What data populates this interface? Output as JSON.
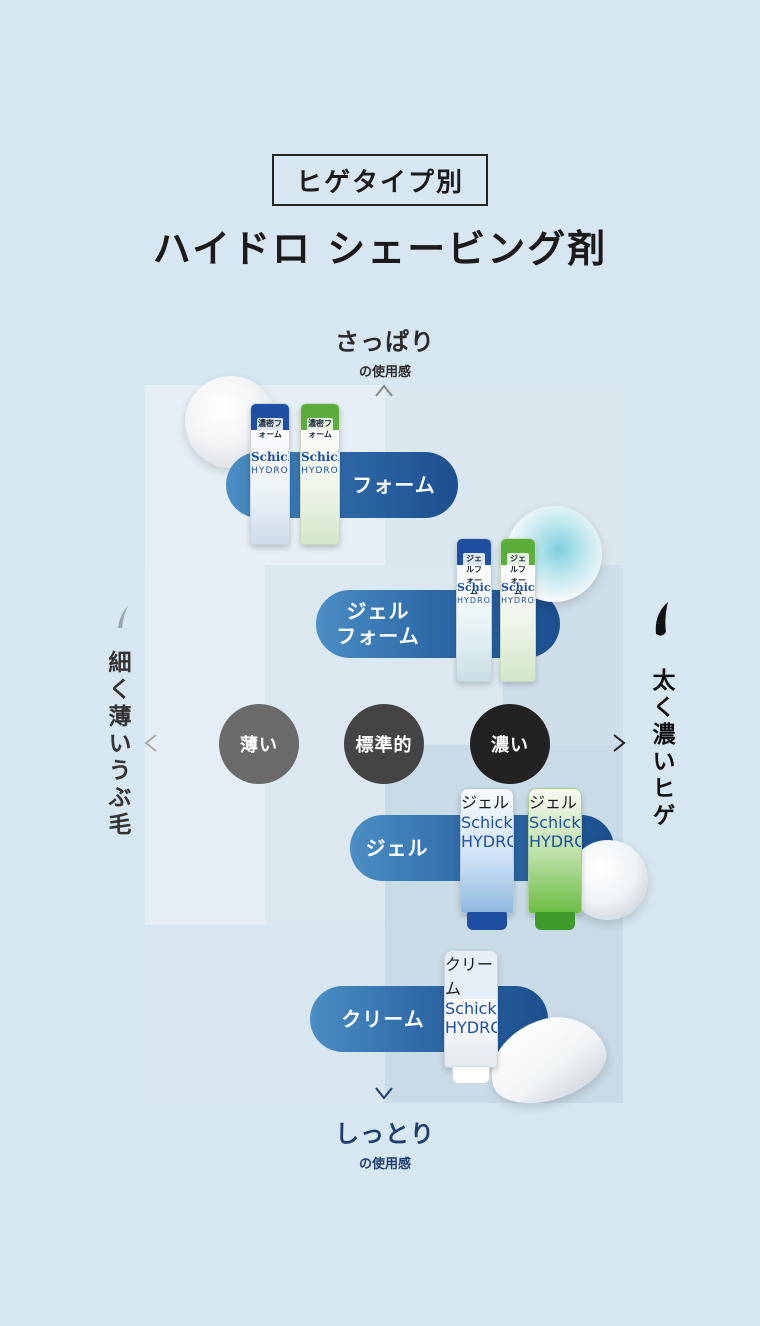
{
  "header": {
    "tag": "ヒゲタイプ別",
    "title": "ハイドロ シェービング剤"
  },
  "axes": {
    "top_main": "さっぱり",
    "top_sub": "の使用感",
    "bottom_main": "しっとり",
    "bottom_sub": "の使用感",
    "left": "細く薄いうぶ毛",
    "right": "太く濃いヒゲ"
  },
  "levels": [
    {
      "label": "薄い",
      "color": "#6a6a6a"
    },
    {
      "label": "標準的",
      "color": "#444444"
    },
    {
      "label": "濃い",
      "color": "#222222"
    }
  ],
  "products": [
    {
      "label": "フォーム"
    },
    {
      "label_line1": "ジェル",
      "label_line2": "フォーム"
    },
    {
      "label": "ジェル"
    },
    {
      "label": "クリーム"
    }
  ],
  "packaging": {
    "brand": "Schick",
    "line": "HYDRO",
    "foam_label": "濃密フォーム",
    "gel_foam_label": "ジェルフォーム",
    "gel_label": "ジェル",
    "cream_label": "クリーム"
  },
  "colors": {
    "background": "#d6e7f1",
    "pill_gradient_start": "#4b8ec4",
    "pill_gradient_end": "#1c4f8f",
    "can_blue": "#1f4fa0",
    "can_green": "#5cae3c"
  }
}
